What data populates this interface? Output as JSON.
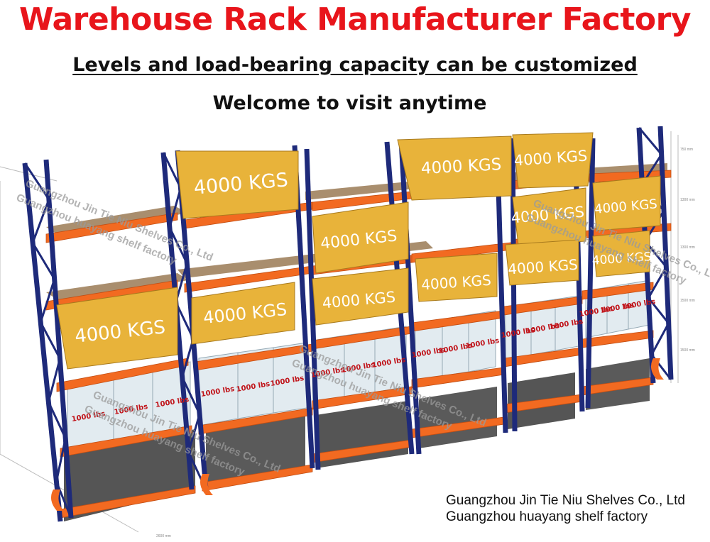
{
  "header": {
    "title": "Warehouse Rack Manufacturer Factory",
    "subtitle": "Levels and load-bearing capacity can be customized",
    "tagline": "Welcome to visit anytime"
  },
  "boxes": {
    "heavy_label": "4000 KGS",
    "light_label": "1000 lbs"
  },
  "watermark": {
    "line1": "Guangzhou Jin Tie Niu Shelves Co., Ltd",
    "line2": "Guangzhou huayang shelf factory"
  },
  "dimensions": {
    "top": "750 mm",
    "level2": "1300 mm",
    "level3": "1300 mm",
    "level4": "1500 mm",
    "bottom": "1500 mm",
    "length": "2600 mm"
  },
  "company": {
    "line1": "Guangzhou Jin Tie Niu Shelves Co., Ltd",
    "line2": "Guangzhou huayang shelf factory"
  },
  "colors": {
    "title_red": "#e8151b",
    "upright_blue": "#1e2a7a",
    "beam_orange": "#f26a21",
    "box_yellow": "#e8b33a",
    "deck_brown": "#9b7b55",
    "crate_dark": "#555555"
  }
}
